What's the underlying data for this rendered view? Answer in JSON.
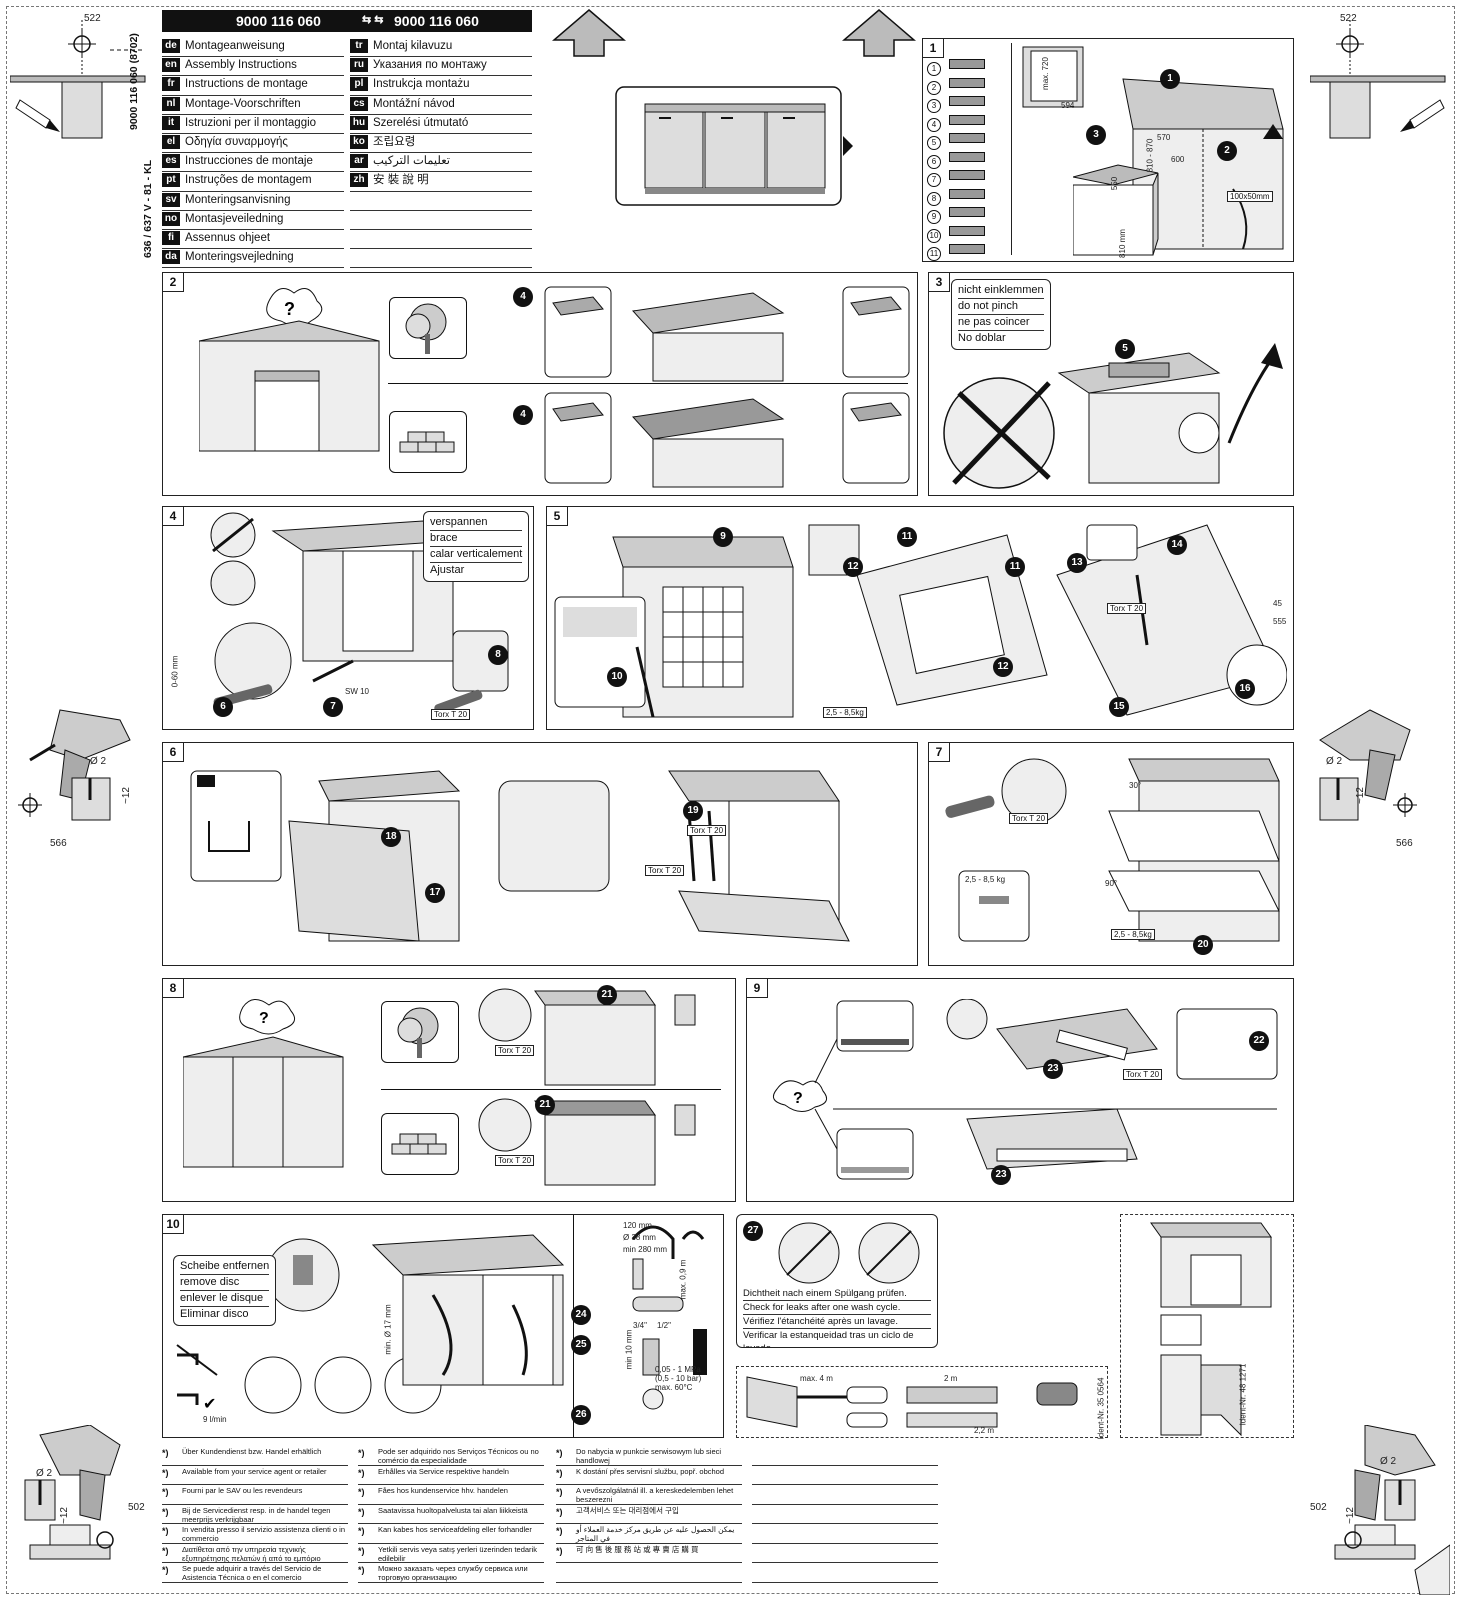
{
  "header": {
    "code_left": "9000 116 060",
    "code_right": "9000 116 060"
  },
  "vertical_codes": {
    "doc": "9000 116 060  (8702)",
    "model": "636 / 637 V - 81 - KL"
  },
  "languages_left": [
    {
      "code": "de",
      "label": "Montageanweisung"
    },
    {
      "code": "en",
      "label": "Assembly Instructions"
    },
    {
      "code": "fr",
      "label": "Instructions de montage"
    },
    {
      "code": "nl",
      "label": "Montage-Voorschriften"
    },
    {
      "code": "it",
      "label": "Istruzioni per il montaggio"
    },
    {
      "code": "el",
      "label": "Οδηγία συναρμογής"
    },
    {
      "code": "es",
      "label": "Instrucciones de montaje"
    },
    {
      "code": "pt",
      "label": "Instruções de montagem"
    },
    {
      "code": "sv",
      "label": "Monteringsanvisning"
    },
    {
      "code": "no",
      "label": "Montasjeveiledning"
    },
    {
      "code": "fi",
      "label": "Assennus ohjeet"
    },
    {
      "code": "da",
      "label": "Monteringsvejledning"
    }
  ],
  "languages_right": [
    {
      "code": "tr",
      "label": "Montaj kilavuzu"
    },
    {
      "code": "ru",
      "label": "Указания по монтажу"
    },
    {
      "code": "pl",
      "label": "Instrukcja montażu"
    },
    {
      "code": "cs",
      "label": "Montážní návod"
    },
    {
      "code": "hu",
      "label": "Szerelési útmutató"
    },
    {
      "code": "ko",
      "label": "조립요령"
    },
    {
      "code": "ar",
      "label": "تعليمات التركيب"
    },
    {
      "code": "zh",
      "label": "安 裝 說 明"
    }
  ],
  "corner_dims": {
    "top_left": "522",
    "top_right": "522",
    "mid_left": "566",
    "mid_right": "566",
    "bottom_left": "502",
    "bottom_right": "502"
  },
  "drill_labels": {
    "diameter": "Ø 2",
    "depth": "~12"
  },
  "panels": {
    "p1": {
      "num": "1",
      "parts": [
        "1",
        "2",
        "3",
        "4",
        "5",
        "6",
        "7",
        "8",
        "9",
        "10",
        "11"
      ],
      "dims": {
        "max720": "max. 720",
        "w594": "594",
        "w600": "600",
        "h550": "550",
        "h810": "810 mm",
        "range": "810 - 870",
        "d570": "570",
        "hole": "100x50mm"
      },
      "steps": [
        "1",
        "3",
        "2"
      ]
    },
    "p2": {
      "num": "2",
      "steps": [
        "4",
        "4"
      ]
    },
    "p3": {
      "num": "3",
      "warn": [
        "nicht einklemmen",
        "do not pinch",
        "ne pas coincer",
        "No doblar"
      ],
      "step": "5"
    },
    "p4": {
      "num": "4",
      "words": [
        "verspannen",
        "brace",
        "calar verticalement",
        "Ajustar"
      ],
      "steps": [
        "6",
        "7",
        "8"
      ],
      "dim": "0-60 mm",
      "sw": "SW 10",
      "torx": "Torx T 20"
    },
    "p5": {
      "num": "5",
      "steps": [
        "9",
        "10",
        "11",
        "12",
        "13",
        "14",
        "15",
        "16"
      ],
      "weight": "2,5 - 8,5kg",
      "torx": "Torx T 20",
      "dims": {
        "d45": "45",
        "d555": "555"
      }
    },
    "p6": {
      "num": "6",
      "steps": [
        "17",
        "18",
        "19"
      ],
      "torx": "Torx T 20"
    },
    "p7": {
      "num": "7",
      "steps": [
        "20"
      ],
      "angles": [
        "30°",
        "90°"
      ],
      "weight": "2,5 - 8,5 kg",
      "weight2": "2,5 - 8,5kg",
      "torx": "Torx T 20"
    },
    "p8": {
      "num": "8",
      "steps": [
        "21",
        "21"
      ],
      "torx": "Torx T 20"
    },
    "p9": {
      "num": "9",
      "steps": [
        "22",
        "23",
        "23"
      ],
      "torx": "Torx T 20"
    },
    "p10": {
      "num": "10",
      "words": [
        "Scheibe entfernen",
        "remove disc",
        "enlever le disque",
        "Eliminar disco"
      ],
      "steps": [
        "24",
        "25",
        "26"
      ],
      "flow": "9 l/min",
      "dims": {
        "h120": "120 mm",
        "d38": "Ø 38 mm",
        "min280": "min 280 mm",
        "max09": "max. 0,9 m",
        "d17": "min. Ø 17 mm",
        "min10": "min 10 mm",
        "thr34": "3/4\"",
        "thr12": "1/2\"",
        "pressure": "0,05 - 1 MPa (0,5 - 10 bar) max. 60°C"
      }
    },
    "p27": {
      "step": "27",
      "lines": [
        "Dichtheit nach einem Spülgang prüfen.",
        "Check for leaks after one wash cycle.",
        "Vérifiez l'étanchéité après un lavage.",
        "Verificar la estanqueidad tras un ciclo de lavado."
      ]
    },
    "hose": {
      "lengths": [
        "max. 4 m",
        "2 m",
        "2,2 m"
      ],
      "ident": "Ident-Nr. 35 0564"
    },
    "extra": {
      "ident": "Ident-Nr. 48 1271"
    }
  },
  "footnotes": {
    "col1": [
      "Über Kundendienst bzw. Handel erhältlich",
      "Available from your service agent or retailer",
      "Fourni par le SAV ou les revendeurs",
      "Bij de Servicedienst resp. in de handel tegen meerprijs verkrijgbaar",
      "In vendita presso il servizio assistenza clienti o in commercio",
      "Διατίθεται από την υπηρεσία τεχνικής εξυπηρέτησης πελατών ή από το εμπόριο",
      "Se puede adquirir a través del Servicio de Asistencia Técnica o en el comercio especializado"
    ],
    "col2": [
      "Pode ser adquirido nos Serviços Técnicos ou no comércio da especialidade",
      "Erhålles via Service respektive handeln",
      "Fåes hos kundenservice hhv. handelen",
      "Saatavissa huoltopalvelusta tai alan liikkeistä",
      "Kan kabes hos serviceafdeling eller forhandler",
      "Yetkili servis veya satış yerleri üzerinden tedarik edilebilir",
      "Можно заказать через службу сервиса или торговую организацию"
    ],
    "col3": [
      "Do nabycia w punkcie serwisowym lub sieci handlowej",
      "K dostání přes servisní službu, popř. obchod",
      "A vevőszolgálatnál ill. a kereskedelemben lehet beszerezni",
      "고객서비스 또는 대리점에서 구입",
      "يمكن الحصول عليه عن طريق مركز خدمة العملاء أو في المتاجر",
      "可 向 售 後 服 務 站 或 專 賣 店 購 買"
    ],
    "star": "*)"
  }
}
